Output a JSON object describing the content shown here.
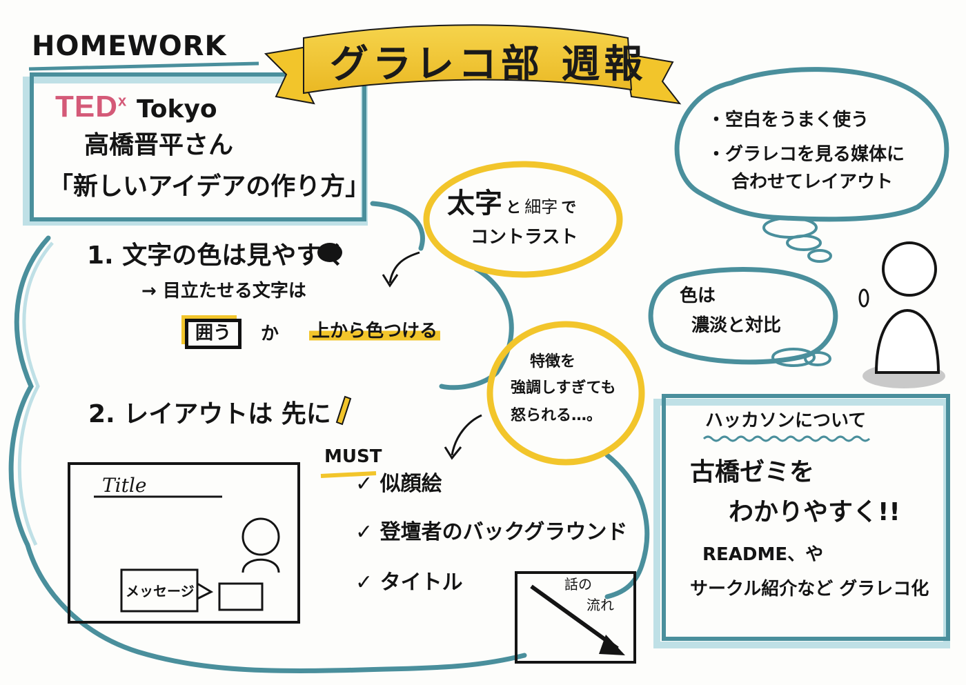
{
  "colors": {
    "teal": "#4a8f9c",
    "teal_light": "#bfe0e6",
    "yellow": "#f2c52b",
    "pink": "#d45a78",
    "ink": "#141414"
  },
  "header": {
    "homework": "HOMEWORK",
    "banner": "グラレコ部 週報"
  },
  "talk": {
    "ted": "TED",
    "ted_x": "x",
    "tokyo": "Tokyo",
    "speaker": "高橋晋平さん",
    "title": "「新しいアイデアの作り方」"
  },
  "contrast_bubble": {
    "bold": "太字",
    "and": "と",
    "thin": "細字",
    "de": "で",
    "line2": "コントラスト"
  },
  "point1": {
    "heading": "1. 文字の色は見やすく",
    "sub": "→ 目立たせる文字は",
    "option_a": "囲う",
    "or": "か",
    "option_b": "上から色つける"
  },
  "point2": {
    "heading": "2. レイアウトは 先に"
  },
  "warning_bubble": {
    "line1": "特徴を",
    "line2": "強調しすぎても",
    "line3": "怒られる…。"
  },
  "must": {
    "label": "MUST",
    "items": [
      "似顔絵",
      "登壇者のバックグラウンド",
      "タイトル"
    ]
  },
  "layout_sketch": {
    "title": "Title",
    "message": "メッセージ"
  },
  "flow_sketch": {
    "label1": "話の",
    "label2": "流れ"
  },
  "thought_top": {
    "bullet1": "・空白をうまく使う",
    "bullet2": "・グラレコを見る媒体に",
    "bullet3": "合わせてレイアウト"
  },
  "thought_small": {
    "line1": "色は",
    "line2": "濃淡と対比"
  },
  "hackathon": {
    "title": "ハッカソンについて",
    "line1": "古橋ゼミを",
    "line2": "わかりやすく!!",
    "line3": "README、や",
    "line4": "サークル紹介など グラレコ化"
  }
}
